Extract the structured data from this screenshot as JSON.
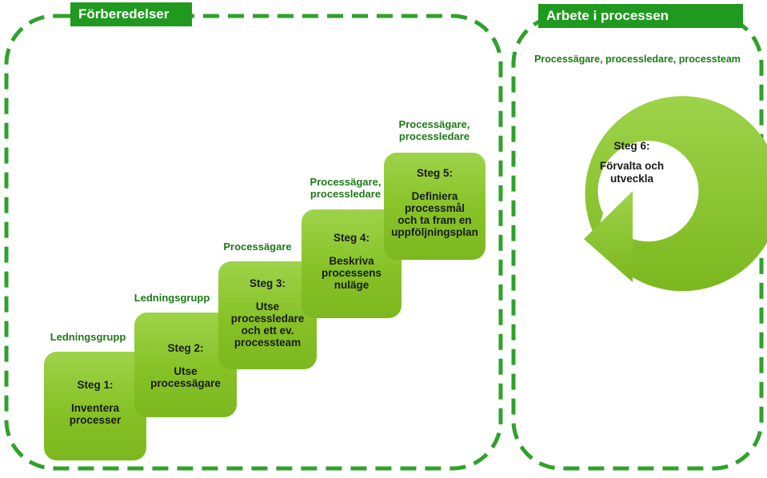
{
  "sections": {
    "prep": {
      "label": "Förberedelser"
    },
    "work": {
      "label": "Arbete i processen"
    }
  },
  "colors": {
    "dashed_border": "#2fa22a",
    "header_bg": "#1f9a1f",
    "step_fill": "#86c226",
    "role_text": "#1e7a16"
  },
  "steps": [
    {
      "title": "Steg 1:",
      "desc": "Inventera\nprocesser",
      "role": "Ledningsgrupp"
    },
    {
      "title": "Steg 2:",
      "desc": "Utse\nprocessägare",
      "role": "Ledningsgrupp"
    },
    {
      "title": "Steg 3:",
      "desc": "Utse\nprocessledare\noch ett ev.\nprocessteam",
      "role": "Processägare"
    },
    {
      "title": "Steg 4:",
      "desc": "Beskriva\nprocessens\nnuläge",
      "role": "Processägare,\nprocessledare"
    },
    {
      "title": "Steg 5:",
      "desc": "Definiera\nprocessmål\noch ta fram en\nuppföljningsplan",
      "role": "Processägare,\nprocessledare"
    }
  ],
  "cycle": {
    "roles": "Processägare, processledare, processteam",
    "title": "Steg 6:",
    "desc": "Förvalta och\nutveckla"
  }
}
